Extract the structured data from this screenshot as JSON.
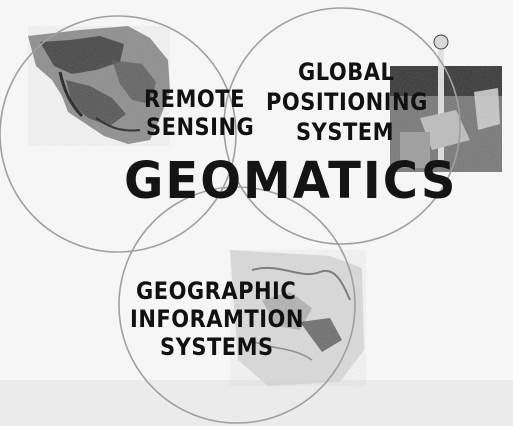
{
  "diagram": {
    "center_title": "GEOMATICS",
    "circles": [
      {
        "id": "remote-sensing",
        "label_lines": [
          "REMOTE",
          "SENSING"
        ]
      },
      {
        "id": "global-positioning-system",
        "label_lines": [
          "GLOBAL",
          "POSITIONING",
          "SYSTEM"
        ]
      },
      {
        "id": "geographic-information-systems",
        "label_lines": [
          "GEOGRAPHIC",
          "INFORAMTION",
          "SYSTEMS"
        ]
      }
    ],
    "colors": {
      "ink": "#141414",
      "circle_stroke": "#9a9a9a",
      "background": "#f6f6f6"
    }
  }
}
